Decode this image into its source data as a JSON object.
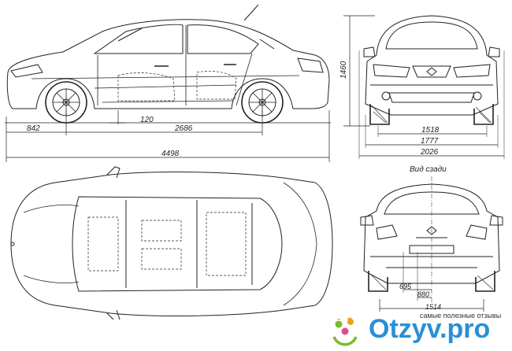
{
  "drawing": {
    "side_view": {
      "front_overhang": "842",
      "ground_clearance": "120",
      "wheelbase": "2686",
      "overall_length": "4498"
    },
    "front_view": {
      "height": "1460",
      "track": "1518",
      "body_width": "1777",
      "mirror_width": "2026"
    },
    "rear_view": {
      "caption": "Вид сзади",
      "dim_a": "695",
      "dim_b": "880",
      "track": "1514"
    }
  },
  "watermark": {
    "tagline": "самые полезные отзывы",
    "brand": "Otzyv.pro",
    "colors": {
      "brand": "#2a8fd8",
      "green": "#7dbb2a",
      "pink": "#e04c8c",
      "orange": "#f0a020"
    }
  }
}
